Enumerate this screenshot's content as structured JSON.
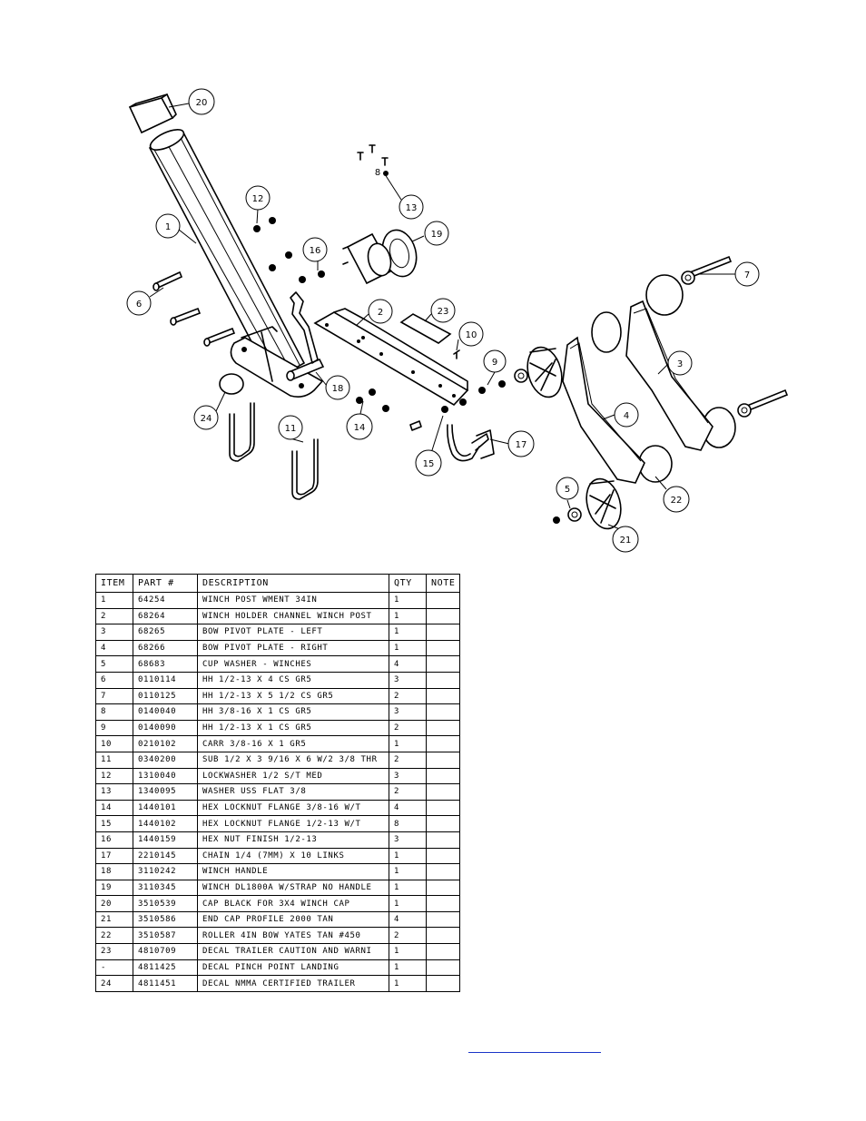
{
  "balloons": [
    {
      "n": "20"
    },
    {
      "n": "1"
    },
    {
      "n": "12"
    },
    {
      "n": "16"
    },
    {
      "n": "6"
    },
    {
      "n": "8"
    },
    {
      "n": "13"
    },
    {
      "n": "19"
    },
    {
      "n": "2"
    },
    {
      "n": "23"
    },
    {
      "n": "10"
    },
    {
      "n": "9"
    },
    {
      "n": "18"
    },
    {
      "n": "24"
    },
    {
      "n": "11"
    },
    {
      "n": "14"
    },
    {
      "n": "15"
    },
    {
      "n": "17"
    },
    {
      "n": "7"
    },
    {
      "n": "3"
    },
    {
      "n": "4"
    },
    {
      "n": "5"
    },
    {
      "n": "22"
    },
    {
      "n": "21"
    }
  ],
  "bom": {
    "headers": {
      "item": "ITEM",
      "part": "PART #",
      "desc": "DESCRIPTION",
      "qty": "QTY",
      "note": "NOTE"
    },
    "rows": [
      {
        "item": "1",
        "part": "64254",
        "desc": "WINCH POST WMENT  34IN",
        "qty": "1",
        "note": ""
      },
      {
        "item": "2",
        "part": "68264",
        "desc": "WINCH HOLDER CHANNEL WINCH POST",
        "qty": "1",
        "note": ""
      },
      {
        "item": "3",
        "part": "68265",
        "desc": "BOW PIVOT PLATE - LEFT",
        "qty": "1",
        "note": ""
      },
      {
        "item": "4",
        "part": "68266",
        "desc": "BOW PIVOT PLATE - RIGHT",
        "qty": "1",
        "note": ""
      },
      {
        "item": "5",
        "part": "68683",
        "desc": "CUP WASHER - WINCHES",
        "qty": "4",
        "note": ""
      },
      {
        "item": "6",
        "part": "0110114",
        "desc": "HH 1/2-13 X 4 CS GR5",
        "qty": "3",
        "note": ""
      },
      {
        "item": "7",
        "part": "0110125",
        "desc": "HH 1/2-13 X 5 1/2 CS GR5",
        "qty": "2",
        "note": ""
      },
      {
        "item": "8",
        "part": "0140040",
        "desc": "HH 3/8-16 X 1 CS GR5",
        "qty": "3",
        "note": ""
      },
      {
        "item": "9",
        "part": "0140090",
        "desc": "HH 1/2-13 X 1 CS GR5",
        "qty": "2",
        "note": ""
      },
      {
        "item": "10",
        "part": "0210102",
        "desc": "CARR 3/8-16 X 1 GR5",
        "qty": "1",
        "note": ""
      },
      {
        "item": "11",
        "part": "0340200",
        "desc": "SUB 1/2 X 3 9/16 X 6 W/2 3/8 THR",
        "qty": "2",
        "note": ""
      },
      {
        "item": "12",
        "part": "1310040",
        "desc": "LOCKWASHER 1/2 S/T MED",
        "qty": "3",
        "note": ""
      },
      {
        "item": "13",
        "part": "1340095",
        "desc": "WASHER USS FLAT 3/8",
        "qty": "2",
        "note": ""
      },
      {
        "item": "14",
        "part": "1440101",
        "desc": "HEX LOCKNUT FLANGE 3/8-16 W/T",
        "qty": "4",
        "note": ""
      },
      {
        "item": "15",
        "part": "1440102",
        "desc": "HEX LOCKNUT FLANGE 1/2-13 W/T",
        "qty": "8",
        "note": ""
      },
      {
        "item": "16",
        "part": "1440159",
        "desc": "HEX NUT FINISH 1/2-13",
        "qty": "3",
        "note": ""
      },
      {
        "item": "17",
        "part": "2210145",
        "desc": "CHAIN 1/4 (7MM) X 10 LINKS",
        "qty": "1",
        "note": ""
      },
      {
        "item": "18",
        "part": "3110242",
        "desc": "WINCH HANDLE",
        "qty": "1",
        "note": ""
      },
      {
        "item": "19",
        "part": "3110345",
        "desc": "WINCH DL1800A W/STRAP  NO HANDLE",
        "qty": "1",
        "note": ""
      },
      {
        "item": "20",
        "part": "3510539",
        "desc": "CAP BLACK FOR 3X4 WINCH CAP",
        "qty": "1",
        "note": ""
      },
      {
        "item": "21",
        "part": "3510586",
        "desc": "END CAP PROFILE 2000 TAN",
        "qty": "4",
        "note": ""
      },
      {
        "item": "22",
        "part": "3510587",
        "desc": "ROLLER 4IN BOW YATES TAN #450",
        "qty": "2",
        "note": ""
      },
      {
        "item": "23",
        "part": "4810709",
        "desc": "DECAL TRAILER CAUTION AND WARNI",
        "qty": "1",
        "note": ""
      },
      {
        "item": "-",
        "part": "4811425",
        "desc": "DECAL PINCH POINT LANDING",
        "qty": "1",
        "note": ""
      },
      {
        "item": "24",
        "part": "4811451",
        "desc": "DECAL NMMA CERTIFIED TRAILER",
        "qty": "1",
        "note": ""
      }
    ]
  }
}
